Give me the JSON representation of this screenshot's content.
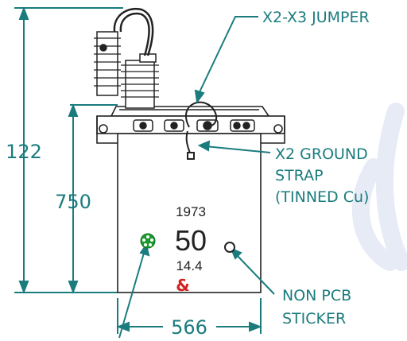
{
  "dimensions": {
    "overall_height": "122",
    "tank_height": "750",
    "tank_width": "566"
  },
  "callouts": {
    "jumper": "X2-X3 JUMPER",
    "ground_strap_line1": "X2 GROUND",
    "ground_strap_line2": "STRAP",
    "ground_strap_line3": "(TINNED Cu)",
    "pcb_line1": "NON PCB",
    "pcb_line2": "STICKER"
  },
  "nameplate": {
    "top_number": "1973",
    "rating": "50",
    "bottom_number": "14.4"
  },
  "colors": {
    "dimension": "#1b7c7e",
    "outline": "#222222",
    "sticker": "#1a9a2e",
    "logo": "#d22222",
    "watermark": "#e6eaf5"
  }
}
